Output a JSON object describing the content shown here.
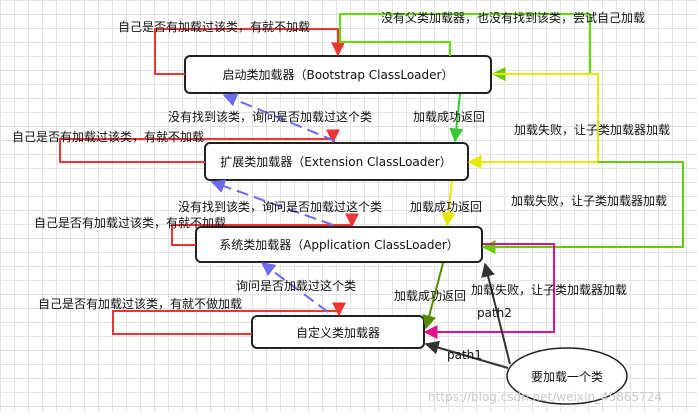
{
  "nodes": {
    "bootstrap": "启动类加载器（Bootstrap ClassLoader）",
    "extension": "扩展类加载器（Extension ClassLoader）",
    "application": "系统类加载器（Application ClassLoader）",
    "custom": "自定义类加载器",
    "start": "要加载一个类"
  },
  "labels": {
    "self_check_1": "自己是否有加载过该类，有就不加载",
    "no_parent": "没有父类加载器，也没有找到该类，尝试自己加载",
    "not_found_ask_1": "没有找到该类，询问是否加载过这个类",
    "success_1": "加载成功返回",
    "fail_1": "加载失败，让子类加载器加载",
    "self_check_2": "自己是否有加载过该类，有就不加载",
    "not_found_ask_2": "没有找到该类，询问是否加载过这个类",
    "success_2": "加载成功返回",
    "fail_2": "加载失败，让子类加载器加载",
    "self_check_3": "自己是否有加载过该类，有就不加载",
    "ask_3": "询问是否加载过这个类",
    "success_3": "加载成功返回",
    "fail_3": "加载失败，让子类加载器加载",
    "self_check_4": "自己是否有加载过该类，有就不做加载",
    "path1": "path1",
    "path2": "path2"
  },
  "watermark": "https://blog.csdn.net/weixin_45865724",
  "colors": {
    "self_check": "#ee3333",
    "ask_parent": "#6b6bef",
    "load_success": "#33cc33",
    "load_fail": "#e8e800",
    "fail_green": "#66cc00",
    "fail_pink": "#e0108f",
    "path": "#333333"
  }
}
